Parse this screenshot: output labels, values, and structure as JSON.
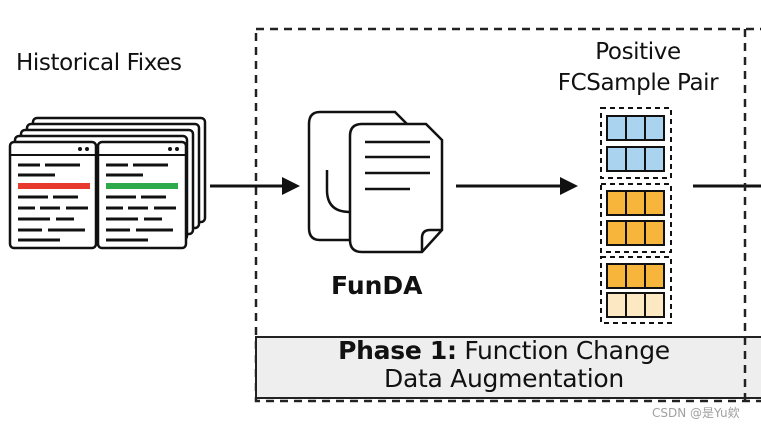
{
  "historical_fixes": {
    "label": "Historical Fixes"
  },
  "funda": {
    "label": "FunDA"
  },
  "positive_pair": {
    "line1": "Positive",
    "line2": "FCSample Pair"
  },
  "phase": {
    "title": "Phase 1:",
    "subtitle_line1": "Function Change",
    "subtitle_line2": "Data Augmentation"
  },
  "watermark": "CSDN @是Yu欸",
  "colors": {
    "stroke": "#111111",
    "removed_line": "#e8392f",
    "added_line": "#2eaa4a",
    "blue_cell": "#a9d3ee",
    "orange_cell": "#f7b53b",
    "cream_cell": "#fde8c4",
    "phase_bg": "#eeeeee"
  }
}
